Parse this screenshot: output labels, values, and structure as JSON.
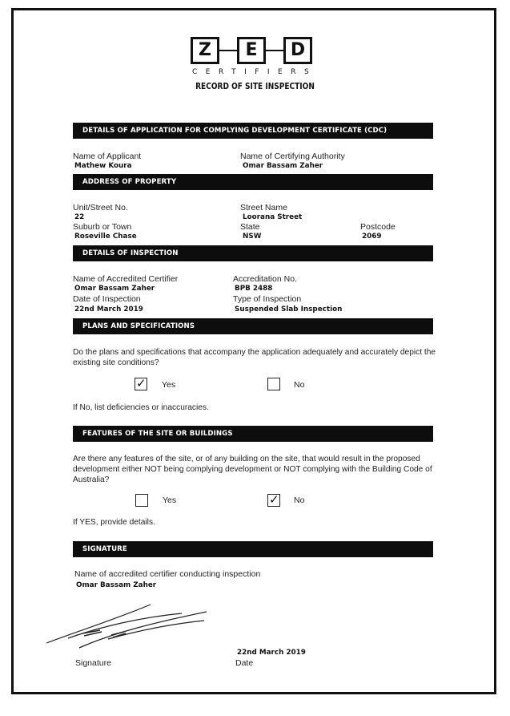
{
  "logo": {
    "letters": [
      "Z",
      "E",
      "D"
    ],
    "subtitle": "CERTIFIERS"
  },
  "document": {
    "title": "RECORD OF SITE INSPECTION"
  },
  "sections": {
    "application": {
      "header": "DETAILS OF APPLICATION FOR COMPLYING DEVELOPMENT CERTIFICATE (CDC)",
      "applicant_label": "Name of Applicant",
      "applicant_value": "Mathew Koura",
      "authority_label": "Name of Certifying Authority",
      "authority_value": "Omar Bassam Zaher"
    },
    "address": {
      "header": "ADDRESS OF PROPERTY",
      "unit_label": "Unit/Street No.",
      "unit_value": "22",
      "street_label": "Street Name",
      "street_value": "Loorana Street",
      "suburb_label": "Suburb or Town",
      "suburb_value": "Roseville Chase",
      "state_label": "State",
      "state_value": "NSW",
      "postcode_label": "Postcode",
      "postcode_value": "2069"
    },
    "inspection": {
      "header": "DETAILS OF INSPECTION",
      "certifier_label": "Name of Accredited Certifier",
      "certifier_value": "Omar Bassam Zaher",
      "accreditation_label": "Accreditation No.",
      "accreditation_value": "BPB 2488",
      "date_label": "Date of Inspection",
      "date_value": "22nd March 2019",
      "type_label": "Type of Inspection",
      "type_value": "Suspended Slab Inspection"
    },
    "plans": {
      "header": "PLANS AND SPECIFICATIONS",
      "question": "Do the plans and specifications that accompany the application adequately and accurately depict the existing site conditions?",
      "yes_label": "Yes",
      "no_label": "No",
      "yes_checked": "✓",
      "no_checked": "",
      "followup": "If No, list deficiencies or inaccuracies."
    },
    "features": {
      "header": "FEATURES OF THE SITE OR BUILDINGS",
      "question": "Are there any features of the site, or of any building on the site, that would result in the proposed development either NOT being complying development or NOT complying with the Building Code of Australia?",
      "yes_label": "Yes",
      "no_label": "No",
      "yes_checked": "",
      "no_checked": "✓",
      "followup": "If YES, provide details."
    },
    "signature": {
      "header": "SIGNATURE",
      "name_label": "Name of accredited certifier conducting inspection",
      "name_value": "Omar Bassam Zaher",
      "signature_label": "Signature",
      "date_label": "Date",
      "date_value": "22nd March 2019"
    }
  }
}
